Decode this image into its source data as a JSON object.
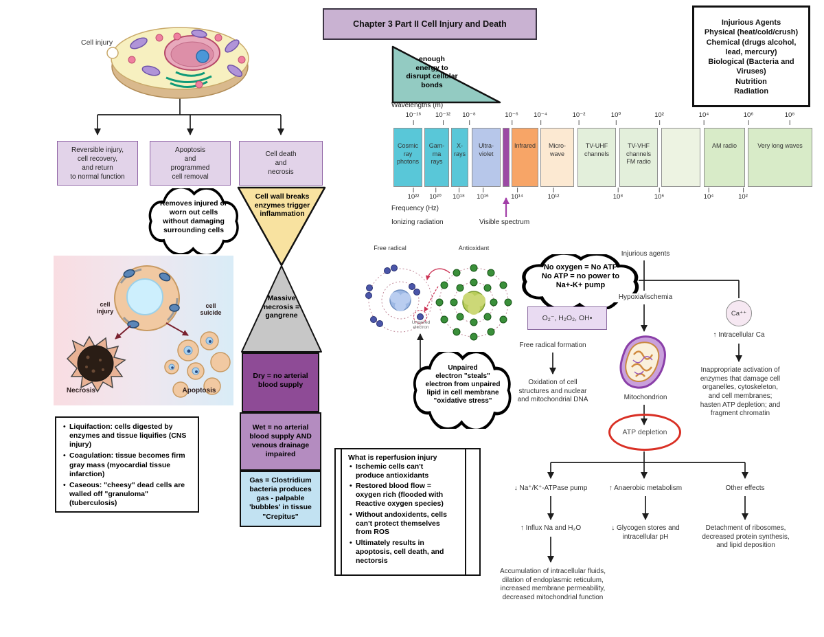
{
  "title": "Chapter 3 Part II Cell Injury and Death",
  "colors": {
    "title_bg": "#c9b2d2",
    "outcome_bg": "#e2d3e9",
    "funnel_yellow": "#f8e2a0",
    "funnel_gray": "#c7c7c7",
    "energy_teal": "#93cbc2",
    "dry_bg": "#8e4b96",
    "wet_bg": "#b48cc0",
    "gas_bg": "#c2e2f2",
    "ros_box_bg": "#e9dbf2",
    "ca_circle_bg": "#f6e8f2",
    "atp_oval_red": "#d93025",
    "visible_arrow_purple": "#a23fa8"
  },
  "cell_figure": {
    "label": "Cell injury"
  },
  "outcomes": [
    {
      "label": "Reversible injury,\ncell recovery,\nand return\nto normal function"
    },
    {
      "label": "Apoptosis\nand\nprogrammed\ncell removal"
    },
    {
      "label": "Cell death\nand\nnecrosis"
    }
  ],
  "apoptosis_note": "Removes injured or\nworn out cells\nwithout damaging\nsurrounding cells",
  "funnel": {
    "top": "Cell wall breaks\nenzymes trigger\ninflammation",
    "bottom": "Massive\nnecrosis =\ngangrene"
  },
  "gangrene_types": [
    {
      "label": "Dry = no arterial\nblood supply",
      "color": "#8e4b96"
    },
    {
      "label": "Wet = no arterial\nblood supply AND\nvenous drainage\nimpaired",
      "color": "#b48cc0"
    },
    {
      "label": "Gas = Clostridium\nbacteria produces\ngas - palpable\n'bubbles' in tissue\n\"Crepitus\"",
      "color": "#c2e2f2"
    }
  ],
  "necrosis_image": {
    "cell_injury": "cell\ninjury",
    "cell_suicide": "cell\nsuicide",
    "necrosis": "Necrosis",
    "apoptosis": "Apoptosis"
  },
  "necrosis_patterns": [
    "Liquifaction: cells digested by enzymes and tissue liquifies (CNS injury)",
    "Coagulation: tissue becomes firm gray mass (myocardial tissue infarction)",
    "Caseous: \"cheesy\"  dead cells are walled off  \"granuloma\" (tuberculosis)"
  ],
  "injurious_agents_panel": "Injurious Agents\nPhysical (heat/cold/crush)\nChemical (drugs alcohol,\nlead, mercury)\nBiological  (Bacteria and\nViruses)\nNutrition\nRadiation",
  "energy_triangle": "enough\nenergy to\ndisrupt cellular\nbonds",
  "spectrum": {
    "wavelength_axis": "Wavelengths (m)",
    "frequency_axis": "Frequency (Hz)",
    "ionizing": "Ionizing radiation",
    "visible": "Visible spectrum",
    "wavelength_ticks": [
      "10⁻¹⁶",
      "10⁻¹²",
      "10⁻⁸",
      "10⁻⁶",
      "10⁻⁴",
      "10⁻²",
      "10⁰",
      "10²",
      "10⁴",
      "10⁶",
      "10⁸"
    ],
    "frequency_ticks": [
      "10²²",
      "10²⁰",
      "10¹⁸",
      "10¹⁶",
      "10¹⁴",
      "10¹²",
      "10⁸",
      "10⁶",
      "10⁴",
      "10²"
    ],
    "bands": [
      {
        "label": "Cosmic\nray\nphotons",
        "color": "#59c7d8"
      },
      {
        "label": "Gam-\nma\nrays",
        "color": "#59c7d8"
      },
      {
        "label": "X-\nrays",
        "color": "#59c7d8"
      },
      {
        "label": "Ultra-\nviolet",
        "color": "#b7c7ea"
      },
      {
        "label": "",
        "color": "#9c4aa4"
      },
      {
        "label": "Infrared",
        "color": "#f7a567"
      },
      {
        "label": "Micro-\nwave",
        "color": "#fce9d2"
      },
      {
        "label": "TV-UHF\nchannels",
        "color": "#e3efdb"
      },
      {
        "label": "TV-VHF\nchannels\nFM radio",
        "color": "#e3efdb"
      },
      {
        "label": "",
        "color": "#edf3e2"
      },
      {
        "label": "AM radio",
        "color": "#d8ebc8"
      },
      {
        "label": "Very long waves",
        "color": "#d8ebc8"
      }
    ]
  },
  "atom_figure": {
    "free_radical": "Free radical",
    "antioxidant": "Antioxidant",
    "unpaired": "Unpaired\nelectron"
  },
  "no_atp_cloud": "No oxygen = No ATP\nNo ATP = no power to\nNa+-K+ pump",
  "oxidative_cloud": "Unpaired\nelectron \"steals\"\nelectron from unpaired\nlipid in cell membrane\n\"oxidative stress\"",
  "ischemia_flow": {
    "injurious_agents": "Injurious agents",
    "hypoxia": "Hypoxia/ischemia",
    "ros": "O₂⁻, H₂O₂, OH•",
    "free_radical_formation": "Free radical formation",
    "oxidation": "Oxidation of cell\nstructures and nuclear\nand mitochondrial DNA",
    "mitochondrion": "Mitochondrion",
    "atp_depletion": "ATP depletion",
    "ca_symbol": "Ca⁺⁺",
    "ca_rise": "↑ Intracellular Ca",
    "ca_effects": "Inappropriate activation of\nenzymes that damage cell\norganelles, cytoskeleton,\nand cell membranes;\nhasten ATP depletion; and\nfragment chromatin",
    "pump": "↓ Na⁺/K⁺-ATPase pump",
    "influx": "↑ Influx Na and H₂O",
    "accumulation": "Accumulation of intracellular fluids,\ndilation of endoplasmic reticulum,\nincreased membrane permeability,\ndecreased mitochondrial function",
    "anaerobic": "↑ Anaerobic metabolism",
    "glycogen": "↓ Glycogen stores and\nintracellular pH",
    "other_effects": "Other effects",
    "ribosomes": "Detachment of ribosomes,\ndecreased protein synthesis,\nand lipid deposition"
  },
  "reperfusion": {
    "header": "What is reperfusion injury",
    "bullets": [
      "Ischemic cells can't\nproduce antioxidants",
      "Restored blood flow =\noxygen rich (flooded with\nReactive oxygen species)",
      "Without andoxidents, cells\ncan't protect themselves\nfrom ROS",
      "Ultimately results in\napoptosis, cell death, and\nnectorsis"
    ]
  }
}
